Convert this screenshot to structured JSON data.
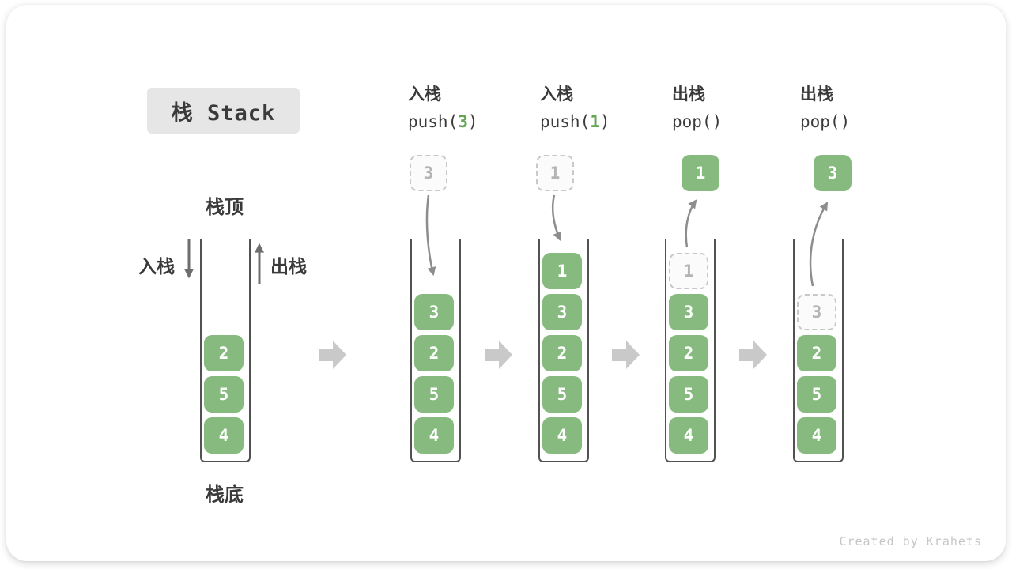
{
  "title": "栈 Stack",
  "stack_labels": {
    "top": "栈顶",
    "bottom": "栈底",
    "push": "入栈",
    "pop": "出栈"
  },
  "operations": [
    {
      "label": "入栈",
      "code_pre": "push(",
      "code_arg": "3",
      "code_post": ")"
    },
    {
      "label": "入栈",
      "code_pre": "push(",
      "code_arg": "1",
      "code_post": ")"
    },
    {
      "label": "出栈",
      "code_pre": "pop(",
      "code_arg": "",
      "code_post": ")"
    },
    {
      "label": "出栈",
      "code_pre": "pop(",
      "code_arg": "",
      "code_post": ")"
    }
  ],
  "floating_boxes": [
    {
      "value": "3",
      "style": "dashed"
    },
    {
      "value": "1",
      "style": "dashed"
    },
    {
      "value": "1",
      "style": "solid"
    },
    {
      "value": "3",
      "style": "solid"
    }
  ],
  "stacks": [
    {
      "cells": [
        "2",
        "5",
        "4"
      ]
    },
    {
      "cells": [
        "3",
        "2",
        "5",
        "4"
      ]
    },
    {
      "cells": [
        "1",
        "3",
        "2",
        "5",
        "4"
      ]
    },
    {
      "ghost": "1",
      "cells": [
        "3",
        "2",
        "5",
        "4"
      ]
    },
    {
      "ghost": "3",
      "cells": [
        "2",
        "5",
        "4"
      ]
    }
  ],
  "watermark": "Created by Krahets",
  "colors": {
    "element_green": "#86ba7e",
    "code_arg_green": "#64a554",
    "step_arrow_gray": "#c9c9c9",
    "flow_arrow_gray": "#8d8d8d",
    "direction_arrow_gray": "#6e6e6e",
    "title_box_bg": "#e6e6e6",
    "text_dark": "#3a3a3a",
    "ghost_gray": "#b4b4b4"
  }
}
